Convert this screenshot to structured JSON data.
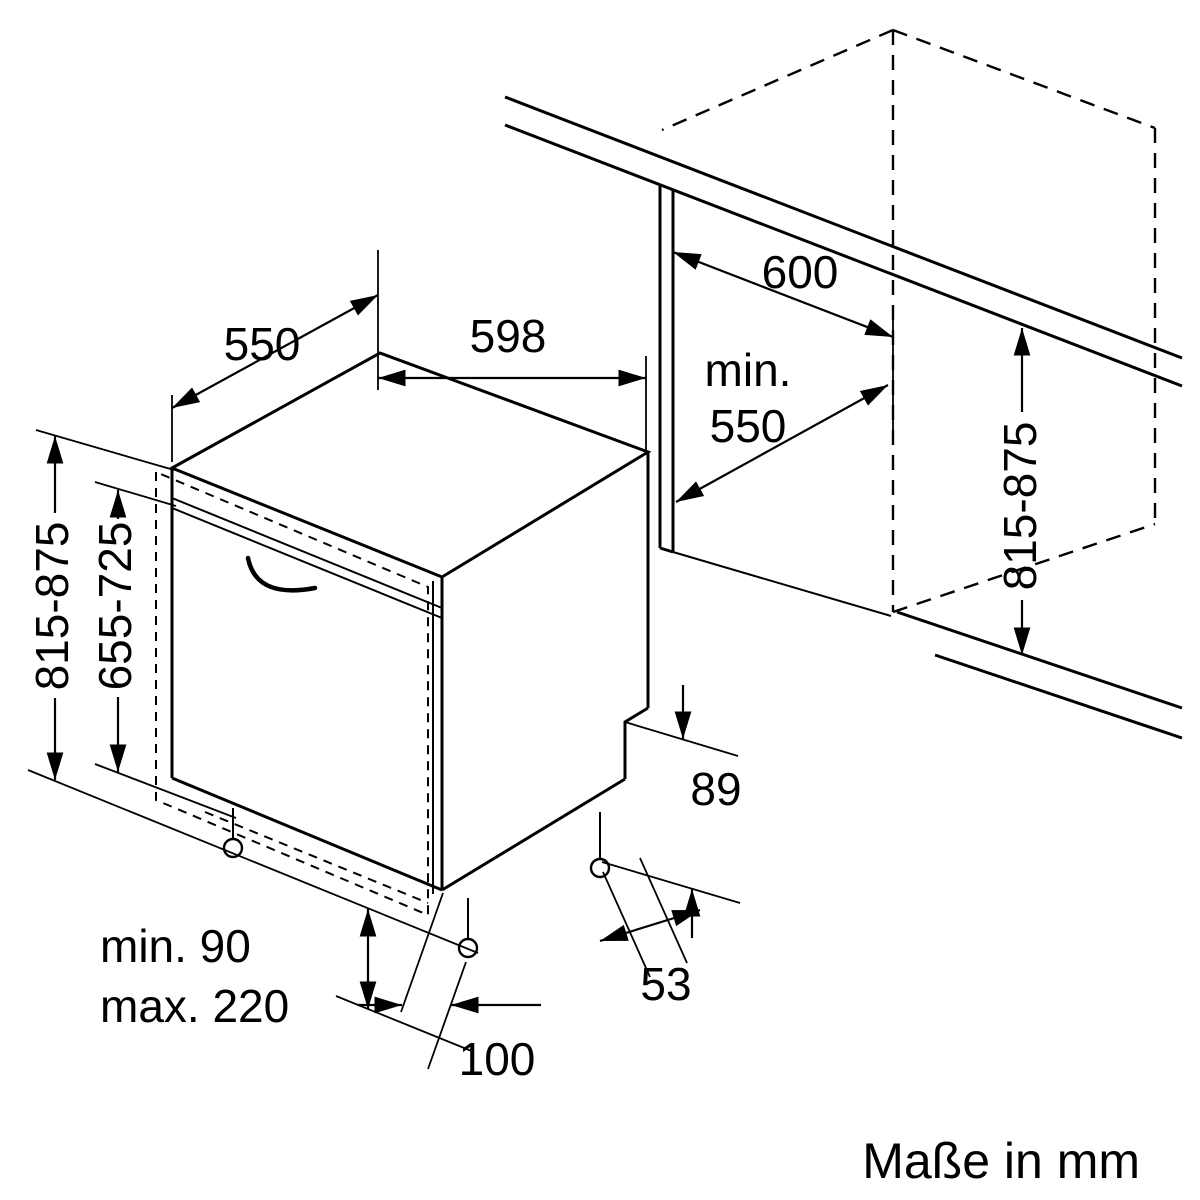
{
  "diagram": {
    "footer_label": "Maße in mm",
    "labels": {
      "top_depth": "550",
      "top_width": "598",
      "niche_width": "600",
      "niche_depth_line1": "min.",
      "niche_depth_line2": "550",
      "left_height": "815-875",
      "door_height": "655-725",
      "right_height": "815-875",
      "rear_recess_height": "89",
      "rear_recess_depth": "53",
      "plinth_line1": "min. 90",
      "plinth_line2": "max. 220",
      "foot_setback": "100"
    },
    "colors": {
      "line": "#000000",
      "background": "#ffffff"
    }
  }
}
